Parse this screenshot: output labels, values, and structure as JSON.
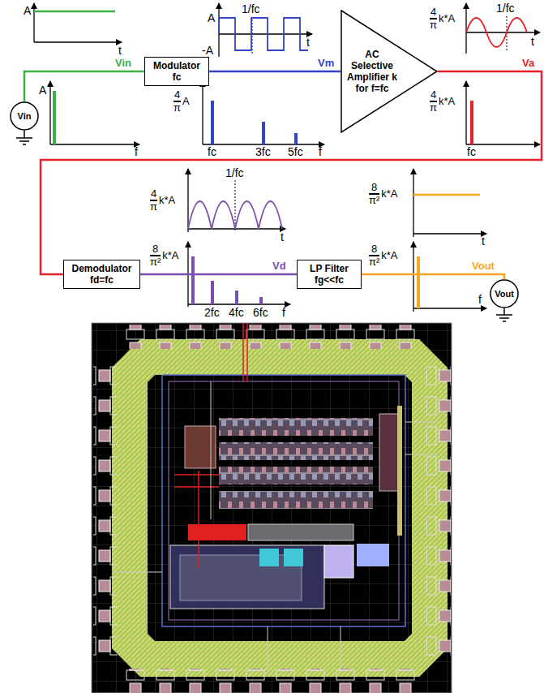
{
  "diagram": {
    "nodes": [
      {
        "text": [
          "Vin"
        ]
      },
      {
        "text": [
          "Modulator fc"
        ]
      },
      {
        "text": [
          "AC Selective Amplifier k for f=fc"
        ]
      },
      {
        "text": [
          "Demodulator fd=fc"
        ]
      },
      {
        "text": [
          "LP Filter fg<<fc"
        ]
      },
      {
        "text": [
          "Vout"
        ]
      }
    ],
    "edges": [
      {
        "from": 0,
        "to": 1,
        "arrow": "none",
        "label": "Vin"
      },
      {
        "from": 1,
        "to": 2,
        "arrow": "none",
        "label": "Vm"
      },
      {
        "from": 2,
        "to": 3,
        "arrow": "none",
        "label": "Va"
      },
      {
        "from": 3,
        "to": 4,
        "arrow": "none",
        "label": "Vd"
      },
      {
        "from": 4,
        "to": 5,
        "arrow": "none",
        "label": "Vout"
      }
    ],
    "labels": [
      "A",
      "t",
      "A",
      "f",
      "A",
      "-A",
      "1/fc",
      "t",
      "4",
      "π",
      "A",
      "fc",
      "3fc",
      "5fc",
      "f",
      "4",
      "π",
      "k*A",
      "1/fc",
      "t",
      "4",
      "π",
      "k*A",
      "fc",
      "4",
      "π",
      "k*A",
      "1/fc",
      "t",
      "8",
      "π²",
      "k*A",
      "2fc",
      "4fc",
      "6fc",
      "f",
      "8",
      "π²",
      "k*A",
      "t",
      "8",
      "π²",
      "k*A",
      "f"
    ]
  }
}
